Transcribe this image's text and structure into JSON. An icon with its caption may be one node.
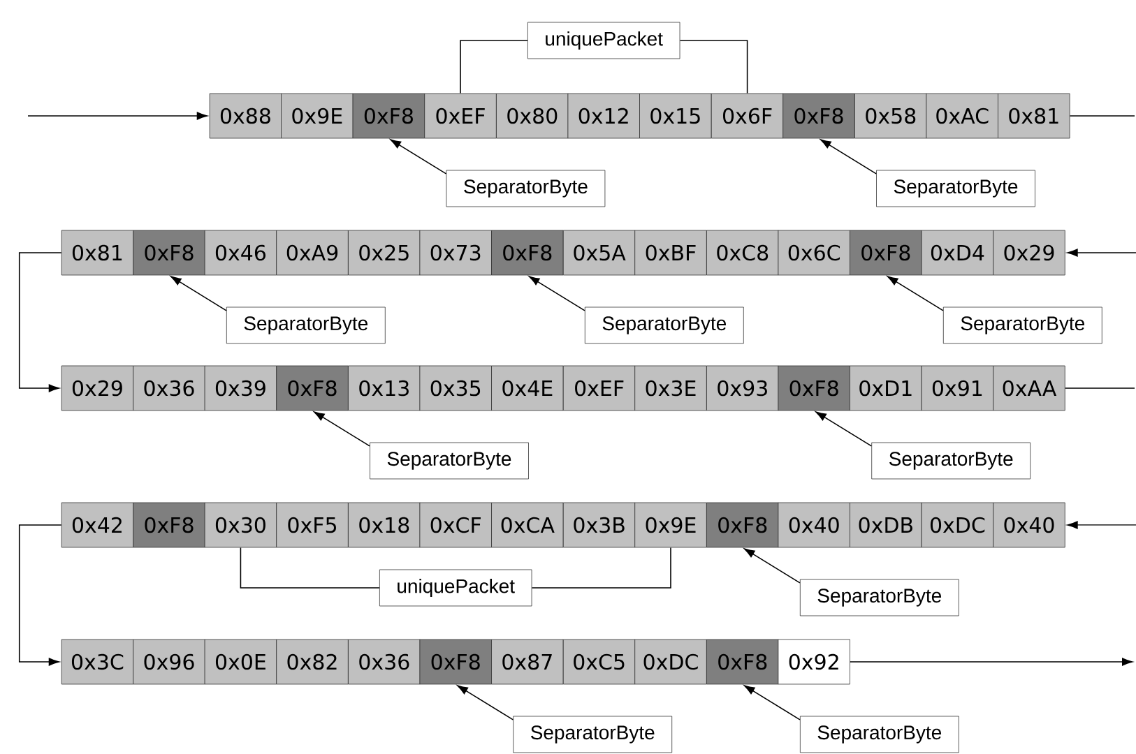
{
  "diagram": {
    "nodes": [
      {
        "text": [
          "uniquePacket"
        ]
      },
      {
        "text": [
          "0x88"
        ]
      },
      {
        "text": [
          "0x9E"
        ]
      },
      {
        "text": [
          "0xF8"
        ]
      },
      {
        "text": [
          "0xEF"
        ]
      },
      {
        "text": [
          "0x80"
        ]
      },
      {
        "text": [
          "0x12"
        ]
      },
      {
        "text": [
          "0x15"
        ]
      },
      {
        "text": [
          "0x6F"
        ]
      },
      {
        "text": [
          "0xF8"
        ]
      },
      {
        "text": [
          "0x58"
        ]
      },
      {
        "text": [
          "0xAC"
        ]
      },
      {
        "text": [
          "0x81"
        ]
      },
      {
        "text": [
          "SeparatorByte"
        ]
      },
      {
        "text": [
          "SeparatorByte"
        ]
      },
      {
        "text": [
          "0x81"
        ]
      },
      {
        "text": [
          "0xF8"
        ]
      },
      {
        "text": [
          "0x46"
        ]
      },
      {
        "text": [
          "0xA9"
        ]
      },
      {
        "text": [
          "0x25"
        ]
      },
      {
        "text": [
          "0x73"
        ]
      },
      {
        "text": [
          "0xF8"
        ]
      },
      {
        "text": [
          "0x5A"
        ]
      },
      {
        "text": [
          "0xBF"
        ]
      },
      {
        "text": [
          "0xC8"
        ]
      },
      {
        "text": [
          "0x6C"
        ]
      },
      {
        "text": [
          "0xF8"
        ]
      },
      {
        "text": [
          "0xD4"
        ]
      },
      {
        "text": [
          "0x29"
        ]
      },
      {
        "text": [
          "SeparatorByte"
        ]
      },
      {
        "text": [
          "SeparatorByte"
        ]
      },
      {
        "text": [
          "SeparatorByte"
        ]
      },
      {
        "text": [
          "0x29"
        ]
      },
      {
        "text": [
          "0x36"
        ]
      },
      {
        "text": [
          "0x39"
        ]
      },
      {
        "text": [
          "0xF8"
        ]
      },
      {
        "text": [
          "0x13"
        ]
      },
      {
        "text": [
          "0x35"
        ]
      },
      {
        "text": [
          "0x4E"
        ]
      },
      {
        "text": [
          "0xEF"
        ]
      },
      {
        "text": [
          "0x3E"
        ]
      },
      {
        "text": [
          "0x93"
        ]
      },
      {
        "text": [
          "0xF8"
        ]
      },
      {
        "text": [
          "0xD1"
        ]
      },
      {
        "text": [
          "0x91"
        ]
      },
      {
        "text": [
          "0xAA"
        ]
      },
      {
        "text": [
          "SeparatorByte"
        ]
      },
      {
        "text": [
          "SeparatorByte"
        ]
      },
      {
        "text": [
          "0x42"
        ]
      },
      {
        "text": [
          "0xF8"
        ]
      },
      {
        "text": [
          "0x30"
        ]
      },
      {
        "text": [
          "0xF5"
        ]
      },
      {
        "text": [
          "0x18"
        ]
      },
      {
        "text": [
          "0xCF"
        ]
      },
      {
        "text": [
          "0xCA"
        ]
      },
      {
        "text": [
          "0x3B"
        ]
      },
      {
        "text": [
          "0x9E"
        ]
      },
      {
        "text": [
          "0xF8"
        ]
      },
      {
        "text": [
          "0x40"
        ]
      },
      {
        "text": [
          "0xDB"
        ]
      },
      {
        "text": [
          "0xDC"
        ]
      },
      {
        "text": [
          "0x40"
        ]
      },
      {
        "text": [
          "uniquePacket"
        ]
      },
      {
        "text": [
          "SeparatorByte"
        ]
      },
      {
        "text": [
          "0x3C"
        ]
      },
      {
        "text": [
          "0x96"
        ]
      },
      {
        "text": [
          "0x0E"
        ]
      },
      {
        "text": [
          "0x82"
        ]
      },
      {
        "text": [
          "0x36"
        ]
      },
      {
        "text": [
          "0xF8"
        ]
      },
      {
        "text": [
          "0x87"
        ]
      },
      {
        "text": [
          "0xC5"
        ]
      },
      {
        "text": [
          "0xDC"
        ]
      },
      {
        "text": [
          "0xF8"
        ]
      },
      {
        "text": [
          "0x92"
        ]
      },
      {
        "text": [
          "SeparatorByte"
        ]
      },
      {
        "text": [
          "SeparatorByte"
        ]
      }
    ],
    "edges": [
      {
        "from": null,
        "to": 1,
        "arrow": "to"
      },
      {
        "from": 0,
        "to": 4,
        "arrow": "none"
      },
      {
        "from": 0,
        "to": 8,
        "arrow": "none"
      },
      {
        "from": 13,
        "to": 3,
        "arrow": "to"
      },
      {
        "from": 14,
        "to": 9,
        "arrow": "to"
      },
      {
        "from": 12,
        "to": null,
        "arrow": "none"
      },
      {
        "from": null,
        "to": 28,
        "arrow": "to"
      },
      {
        "from": 29,
        "to": 16,
        "arrow": "to"
      },
      {
        "from": 30,
        "to": 21,
        "arrow": "to"
      },
      {
        "from": 31,
        "to": 26,
        "arrow": "to"
      },
      {
        "from": 15,
        "to": 32,
        "arrow": "to"
      },
      {
        "from": 46,
        "to": 35,
        "arrow": "to"
      },
      {
        "from": 47,
        "to": 42,
        "arrow": "to"
      },
      {
        "from": 45,
        "to": null,
        "arrow": "none"
      },
      {
        "from": null,
        "to": 61,
        "arrow": "to"
      },
      {
        "from": 62,
        "to": 50,
        "arrow": "none"
      },
      {
        "from": 62,
        "to": 56,
        "arrow": "none"
      },
      {
        "from": 63,
        "to": 57,
        "arrow": "to"
      },
      {
        "from": 48,
        "to": 64,
        "arrow": "to"
      },
      {
        "from": 75,
        "to": 69,
        "arrow": "to"
      },
      {
        "from": 76,
        "to": 73,
        "arrow": "to"
      },
      {
        "from": 74,
        "to": null,
        "arrow": "to"
      }
    ]
  }
}
